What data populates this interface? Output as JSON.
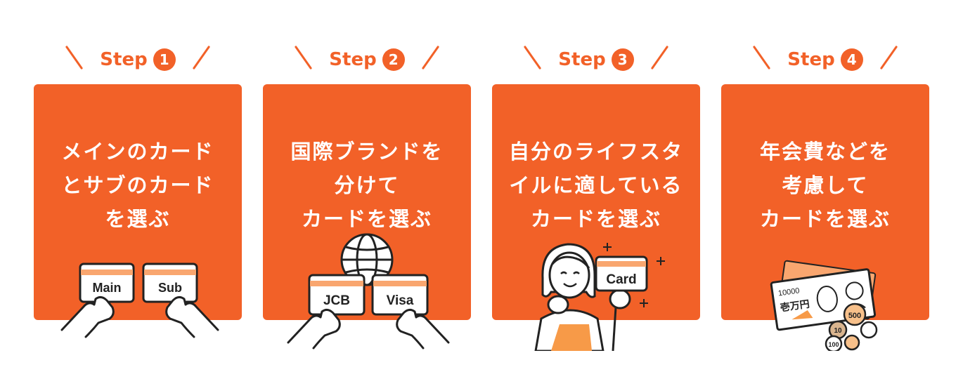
{
  "step_word": "Step",
  "steps": [
    {
      "number": "1",
      "lines": [
        "メインのカード",
        "とサブのカード",
        "を選ぶ"
      ],
      "cards": [
        "Main",
        "Sub"
      ]
    },
    {
      "number": "2",
      "lines": [
        "国際ブランドを",
        "分けて",
        "カードを選ぶ"
      ],
      "cards": [
        "JCB",
        "Visa"
      ]
    },
    {
      "number": "3",
      "lines": [
        "自分のライフスタ",
        "イルに適している",
        "カードを選ぶ"
      ],
      "card": "Card"
    },
    {
      "number": "4",
      "lines": [
        "年会費などを",
        "考慮して",
        "カードを選ぶ"
      ],
      "bill": {
        "value": "10000",
        "kanji": "壱万円"
      },
      "coins": [
        "500",
        "10",
        "100"
      ]
    }
  ],
  "colors": {
    "accent": "#f26128",
    "card_stripe": "#f9a66f",
    "line": "#222222"
  }
}
